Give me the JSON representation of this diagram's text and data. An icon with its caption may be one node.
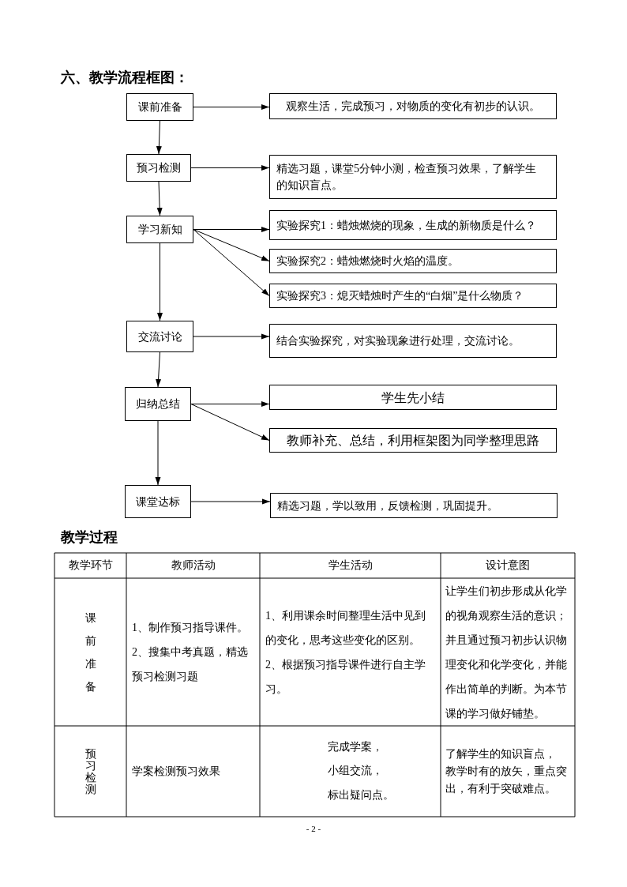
{
  "diagram": {
    "title": "六、教学流程框图：",
    "nodes": [
      {
        "text": [
          "课前准备"
        ]
      },
      {
        "text": [
          "观察生活，完成预习，对物质的变化有初步的认识。"
        ]
      },
      {
        "text": [
          "预习检测"
        ]
      },
      {
        "text": [
          "精选习题，课堂5分钟小测，检查预习效果，了解学生的知识盲点。"
        ]
      },
      {
        "text": [
          "学习新知"
        ]
      },
      {
        "text": [
          "实验探究1：蜡烛燃烧的现象，生成的新物质是什么？"
        ]
      },
      {
        "text": [
          "实验探究2：蜡烛燃烧时火焰的温度。"
        ]
      },
      {
        "text": [
          "实验探究3：熄灭蜡烛时产生的“白烟”是什么物质？"
        ]
      },
      {
        "text": [
          "交流讨论"
        ]
      },
      {
        "text": [
          "结合实验探究，对实验现象进行处理，交流讨论。"
        ]
      },
      {
        "text": [
          "归纳总结"
        ]
      },
      {
        "text": [
          "学生先小结"
        ]
      },
      {
        "text": [
          "教师补充、总结，利用框架图为同学整理思路"
        ]
      },
      {
        "text": [
          "课堂达标"
        ]
      },
      {
        "text": [
          "精选习题，学以致用，反馈检测，巩固提升。"
        ]
      }
    ],
    "edges": [
      {
        "from": 0,
        "to": 1,
        "arrow": "to"
      },
      {
        "from": 0,
        "to": 2,
        "arrow": "to"
      },
      {
        "from": 2,
        "to": 3,
        "arrow": "to"
      },
      {
        "from": 2,
        "to": 4,
        "arrow": "to"
      },
      {
        "from": 4,
        "to": 5,
        "arrow": "to"
      },
      {
        "from": 4,
        "to": 6,
        "arrow": "to"
      },
      {
        "from": 4,
        "to": 7,
        "arrow": "to"
      },
      {
        "from": 4,
        "to": 8,
        "arrow": "to"
      },
      {
        "from": 8,
        "to": 9,
        "arrow": "to"
      },
      {
        "from": 8,
        "to": 10,
        "arrow": "to"
      },
      {
        "from": 10,
        "to": 11,
        "arrow": "to"
      },
      {
        "from": 10,
        "to": 12,
        "arrow": "to"
      },
      {
        "from": 10,
        "to": 13,
        "arrow": "to"
      },
      {
        "from": 13,
        "to": 14,
        "arrow": "to"
      }
    ],
    "labels": [
      "教学过程",
      "教学环节",
      "教师活动",
      "学生活动",
      "设计意图",
      "课前准备",
      "1、制作预习指导课件。",
      "2、搜集中考真题，精选预习检测习题",
      "1、利用课余时间整理生活中见到的变化，思考这些变化的区别。",
      "2、根据预习指导课件进行自主学习。",
      "让学生们初步形成从化学的视角观察生活的意识；并且通过预习初步认识物理变化和化学变化，并能作出简单的判断。为本节课的学习做好铺垫。",
      "预习检测",
      "学案检测预习效果",
      "完成学案，",
      "小组交流，",
      "标出疑问点。",
      "了解学生的知识盲点，",
      "教学时有的放矢，重点突出，有利于突破难点。",
      "- 2 -"
    ]
  }
}
